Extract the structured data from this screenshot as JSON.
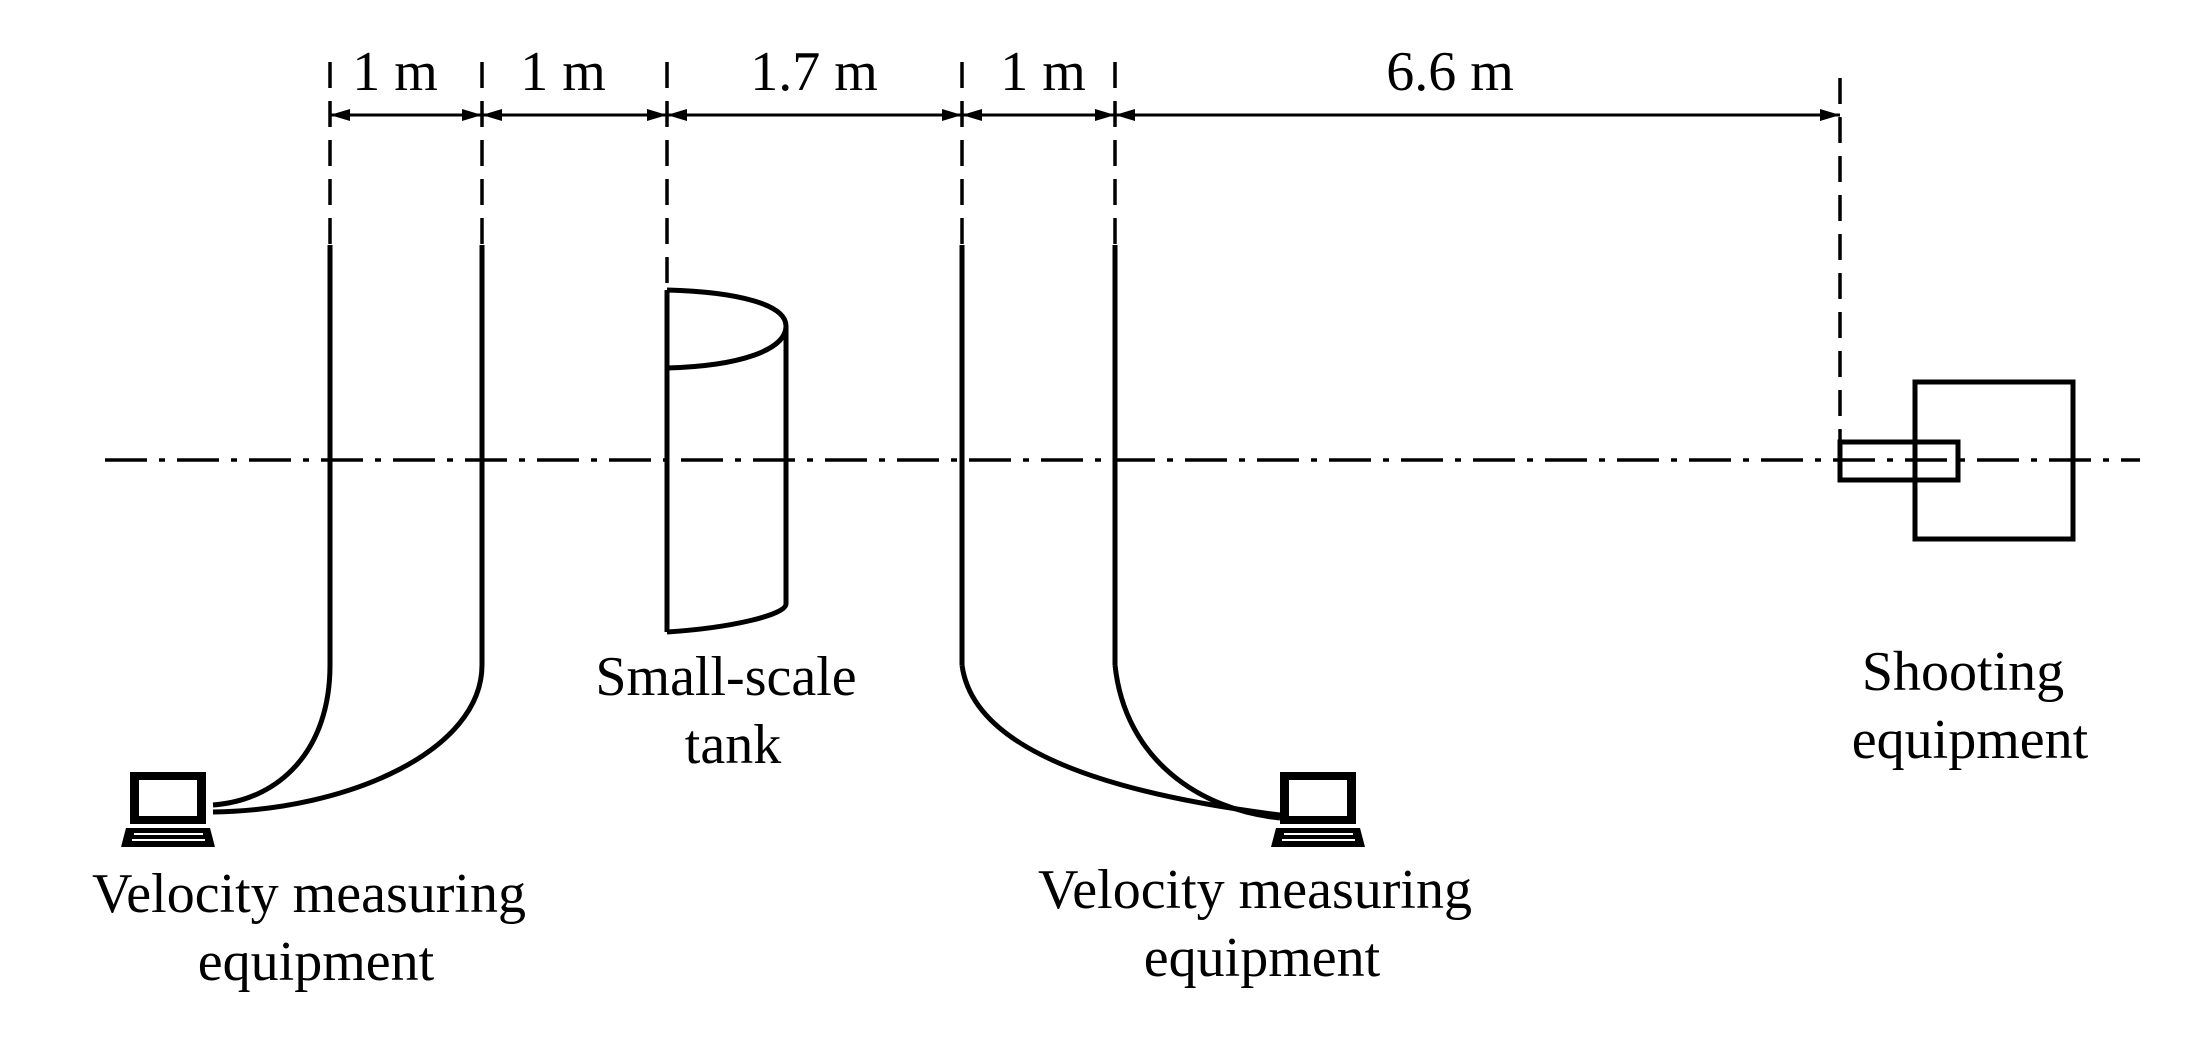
{
  "dimensions": [
    "1 m",
    "1 m",
    "1.7 m",
    "1 m",
    "6.6 m"
  ],
  "labels": {
    "velocity_left": [
      "Velocity measuring",
      "equipment"
    ],
    "tank": [
      "Small-scale",
      "tank"
    ],
    "velocity_right": [
      "Velocity measuring",
      "equipment"
    ],
    "shooting": [
      "Shooting",
      "equipment"
    ]
  }
}
